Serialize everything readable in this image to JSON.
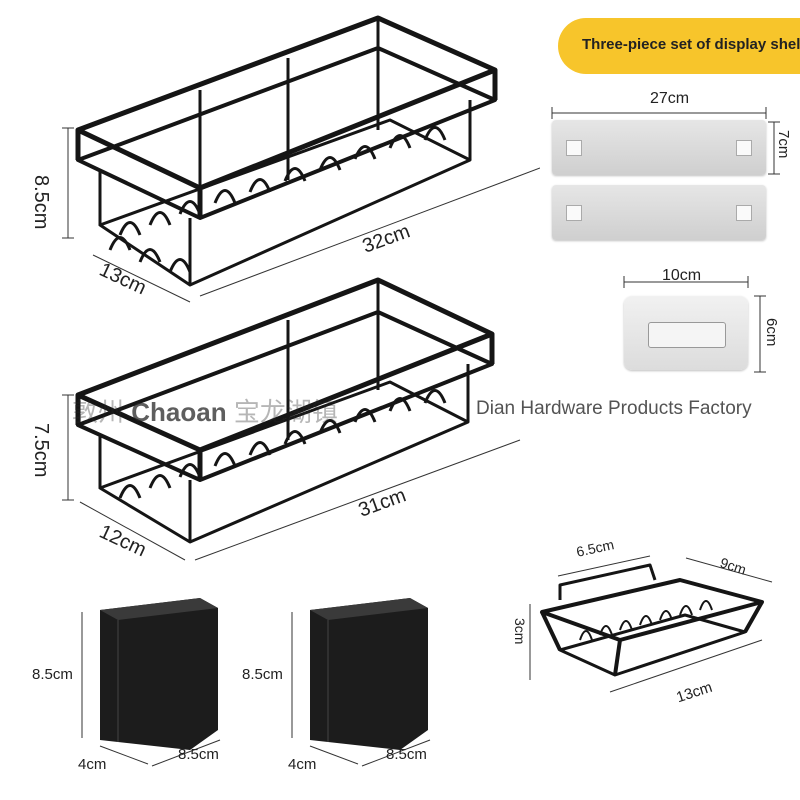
{
  "banner": {
    "text": "Three-piece set of display shelve"
  },
  "watermark": {
    "brand": "Chaoan",
    "factory": "Dian Hardware Products Factory"
  },
  "basket_large": {
    "height": "8.5cm",
    "width": "32cm",
    "depth": "13cm"
  },
  "basket_medium": {
    "height": "7.5cm",
    "width": "31cm",
    "depth": "12cm"
  },
  "adhesive_strip": {
    "width": "27cm",
    "height": "7cm"
  },
  "adhesive_hook": {
    "width": "10cm",
    "height": "6cm"
  },
  "cup_left": {
    "height": "8.5cm",
    "depth": "4cm",
    "width": "8.5cm"
  },
  "cup_right": {
    "height": "8.5cm",
    "depth": "4cm",
    "width": "8.5cm"
  },
  "soap_dish": {
    "top_width": "6.5cm",
    "depth": "9cm",
    "height": "3cm",
    "length": "13cm"
  },
  "colors": {
    "banner": "#f7c52b",
    "metal": "#1a1a1a",
    "pad": "#d9d9d9"
  }
}
